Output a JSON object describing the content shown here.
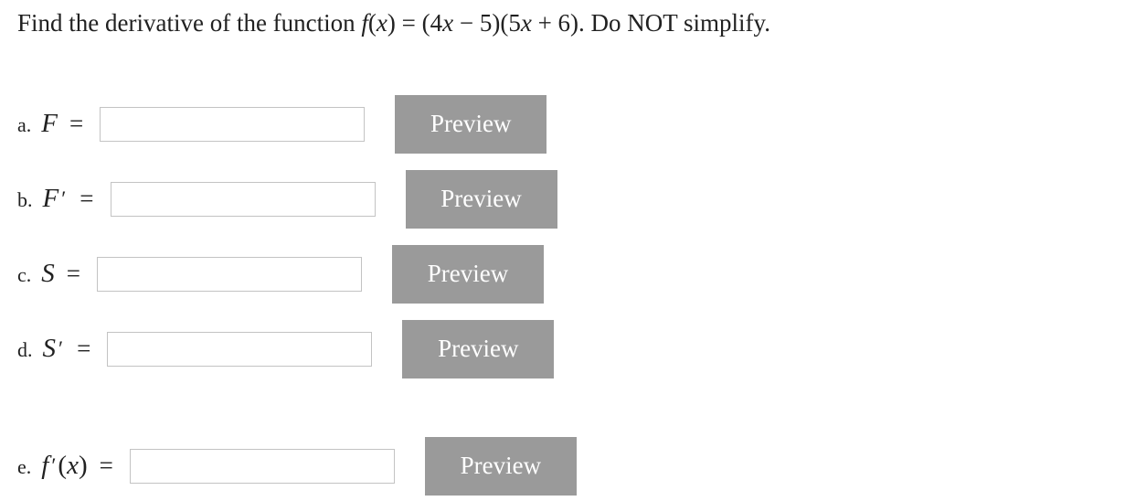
{
  "colors": {
    "button_background": "#9a9a9a",
    "button_text": "#ffffff",
    "input_border": "#c3c3c3",
    "text": "#212121",
    "page_background": "#ffffff"
  },
  "title": {
    "segments": [
      {
        "text": "Find the derivative of the function ",
        "style": "text"
      },
      {
        "text": "f",
        "style": "var"
      },
      {
        "text": "(",
        "style": "math"
      },
      {
        "text": "x",
        "style": "var"
      },
      {
        "text": ") = (4",
        "style": "math"
      },
      {
        "text": "x",
        "style": "var"
      },
      {
        "text": " − 5)(5",
        "style": "math"
      },
      {
        "text": "x",
        "style": "var"
      },
      {
        "text": " + 6)",
        "style": "math"
      },
      {
        "text": ". Do NOT simplify.",
        "style": "text"
      }
    ]
  },
  "rows": [
    {
      "letter": "a.",
      "label_segments": [
        {
          "text": "F",
          "style": "var"
        }
      ],
      "equals": "=",
      "input": {
        "value": ""
      },
      "button_label": "Preview"
    },
    {
      "letter": "b.",
      "label_segments": [
        {
          "text": "F",
          "style": "var"
        },
        {
          "text": "′",
          "style": "prime"
        }
      ],
      "equals": "=",
      "input": {
        "value": ""
      },
      "button_label": "Preview"
    },
    {
      "letter": "c.",
      "label_segments": [
        {
          "text": "S",
          "style": "var"
        }
      ],
      "equals": "=",
      "input": {
        "value": ""
      },
      "button_label": "Preview"
    },
    {
      "letter": "d.",
      "label_segments": [
        {
          "text": "S",
          "style": "var"
        },
        {
          "text": "′",
          "style": "prime"
        }
      ],
      "equals": "=",
      "input": {
        "value": ""
      },
      "button_label": "Preview"
    },
    {
      "letter": "e.",
      "label_segments": [
        {
          "text": "f",
          "style": "var"
        },
        {
          "text": "′",
          "style": "prime"
        },
        {
          "text": "(",
          "style": "math"
        },
        {
          "text": "x",
          "style": "var"
        },
        {
          "text": ")",
          "style": "math"
        }
      ],
      "equals": "=",
      "input": {
        "value": ""
      },
      "button_label": "Preview"
    }
  ]
}
